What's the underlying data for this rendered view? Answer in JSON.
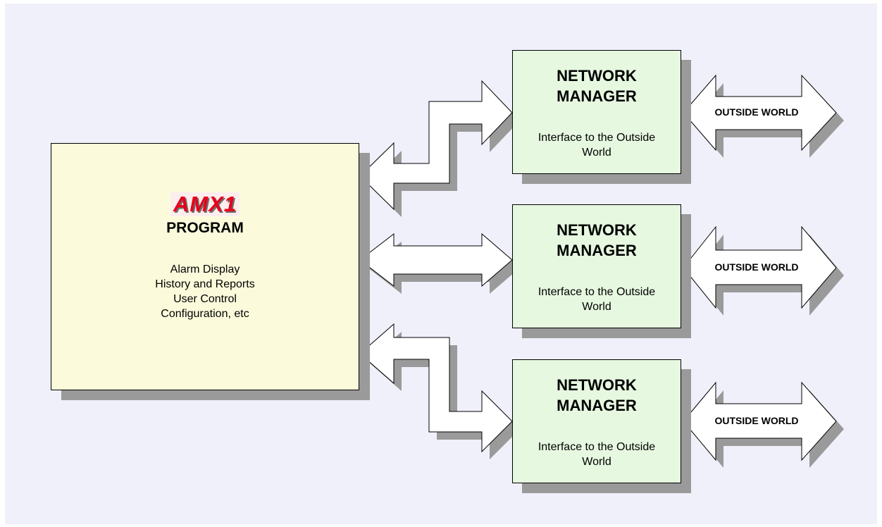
{
  "program": {
    "logo": "AMX1",
    "title": "PROGRAM",
    "functions": [
      "Alarm Display",
      "History and Reports",
      "User Control",
      "Configuration, etc"
    ]
  },
  "network_managers": [
    {
      "title_line1": "NETWORK",
      "title_line2": "MANAGER",
      "subtitle_line1": "Interface to the Outside",
      "subtitle_line2": "World",
      "outside_label": "OUTSIDE WORLD"
    },
    {
      "title_line1": "NETWORK",
      "title_line2": "MANAGER",
      "subtitle_line1": "Interface to the Outside",
      "subtitle_line2": "World",
      "outside_label": "OUTSIDE WORLD"
    },
    {
      "title_line1": "NETWORK",
      "title_line2": "MANAGER",
      "subtitle_line1": "Interface to the Outside",
      "subtitle_line2": "World",
      "outside_label": "OUTSIDE WORLD"
    }
  ],
  "colors": {
    "background": "#f0f0fb",
    "program_fill": "#fbfbdc",
    "manager_fill": "#e6f8e0",
    "logo_red": "#e8001a",
    "shadow": "#9a9a9a"
  }
}
